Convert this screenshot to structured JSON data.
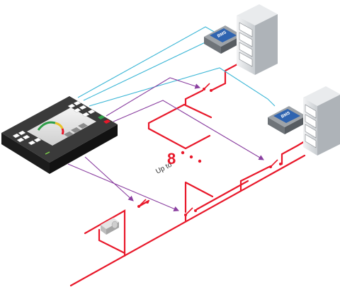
{
  "diagram": {
    "bms_label": "BMS",
    "upto_label": "Up to",
    "count_label": "8",
    "colors": {
      "power_line": "#e8182a",
      "bms_link": "#3bb6d6",
      "control_link": "#8a3fa0",
      "panel_body": "#2b2b2b",
      "cabinet": "#d9dcdf"
    }
  }
}
